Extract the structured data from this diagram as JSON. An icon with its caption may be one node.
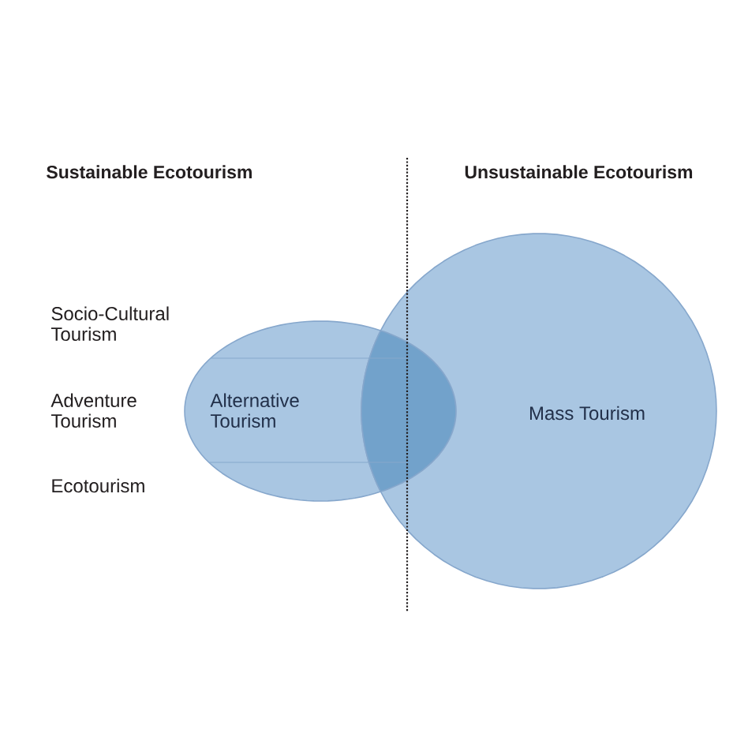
{
  "diagram": {
    "nodes": [
      {
        "text": [
          "Alternative Tourism"
        ]
      },
      {
        "text": [
          "Mass Tourism"
        ]
      }
    ],
    "labels": [
      "Sustainable Ecotourism",
      "Unsustainable Ecotourism",
      "Socio-Cultural Tourism",
      "Adventure Tourism",
      "Ecotourism"
    ]
  }
}
